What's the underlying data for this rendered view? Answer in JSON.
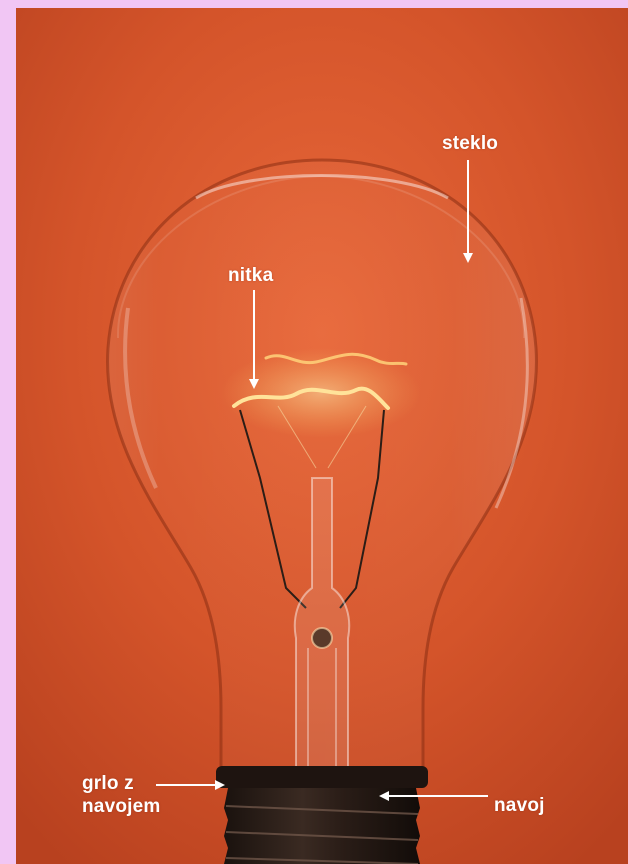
{
  "labels": {
    "steklo": "steklo",
    "nitka": "nitka",
    "grlo_line1": "grlo z",
    "grlo_line2": "navojem",
    "navoj": "navoj"
  },
  "colors": {
    "page_background": "#f1c6f4",
    "photo_background": "#d9522a",
    "label_text": "#ffffff",
    "filament_glow": "#ffd27a"
  }
}
